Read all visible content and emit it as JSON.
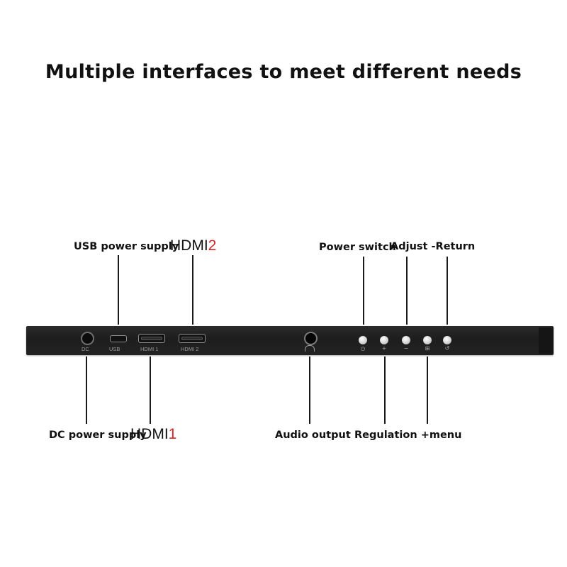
{
  "title": "Multiple interfaces to meet different needs",
  "top_labels": {
    "usb": "USB power supply",
    "hdmi2_text": "HDMI",
    "hdmi2_num": "2",
    "power_switch": "Power switch",
    "adjust_return": "Adjust -Return"
  },
  "bottom_labels": {
    "dc": "DC power supply",
    "hdmi1_text": "HDMI",
    "hdmi1_num": "1",
    "audio": "Audio output",
    "regulation_menu": "Regulation +menu"
  },
  "port_labels": {
    "dc": "DC",
    "usb": "USB",
    "hdmi1": "HDMI 1",
    "hdmi2": "HDMI 2"
  },
  "button_symbols": {
    "power": "⏻",
    "plus": "+",
    "minus": "−",
    "menu": "⊞",
    "return": "↺"
  },
  "colors": {
    "accent_number": "#d7262a",
    "device": "#222222"
  }
}
